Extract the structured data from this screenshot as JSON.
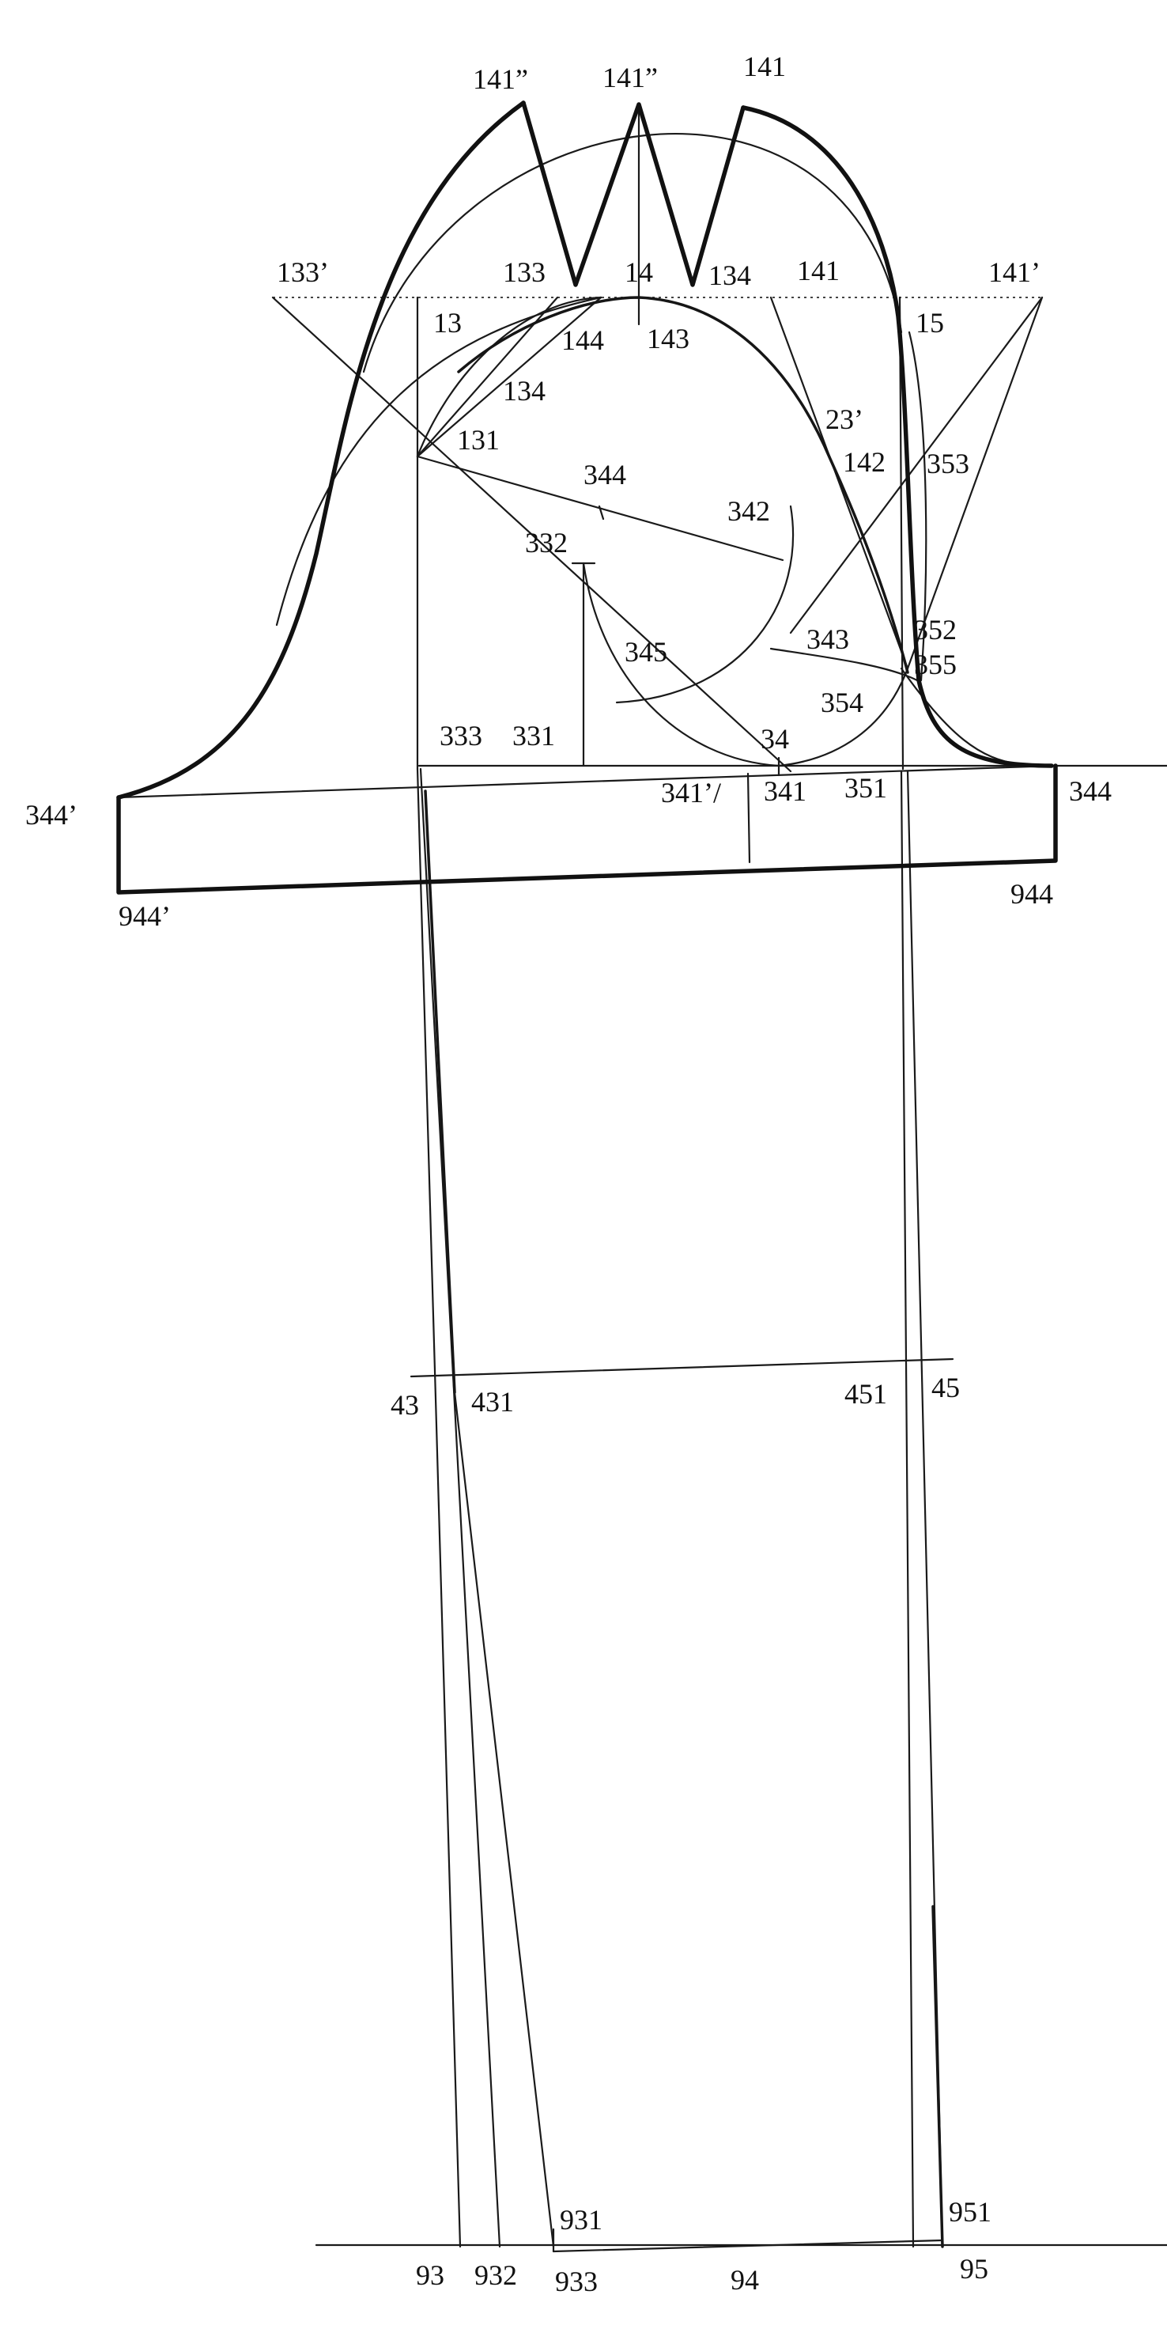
{
  "labels": {
    "l_141dq_a": "141”",
    "l_141dq_b": "141”",
    "l_141_top": "141",
    "l_133p": "133’",
    "l_133": "133",
    "l_14": "14",
    "l_134_r": "134",
    "l_141_mid": "141",
    "l_141p": "141’",
    "l_13": "13",
    "l_144": "144",
    "l_143": "143",
    "l_15": "15",
    "l_134_l": "134",
    "l_23p": "23’",
    "l_131": "131",
    "l_142": "142",
    "l_353": "353",
    "l_344_mid": "344",
    "l_342": "342",
    "l_332": "332",
    "l_343": "343",
    "l_352": "352",
    "l_345": "345",
    "l_355": "355",
    "l_354": "354",
    "l_333": "333",
    "l_331": "331",
    "l_34": "34",
    "l_344p": "344’",
    "l_341pv": "341’/",
    "l_341": "341",
    "l_351": "351",
    "l_344_r": "344",
    "l_944": "944",
    "l_944p": "944’",
    "l_43": "43",
    "l_431": "431",
    "l_451": "451",
    "l_45": "45",
    "l_931": "931",
    "l_951": "951",
    "l_93": "93",
    "l_932": "932",
    "l_933": "933",
    "l_94": "94",
    "l_95": "95"
  }
}
